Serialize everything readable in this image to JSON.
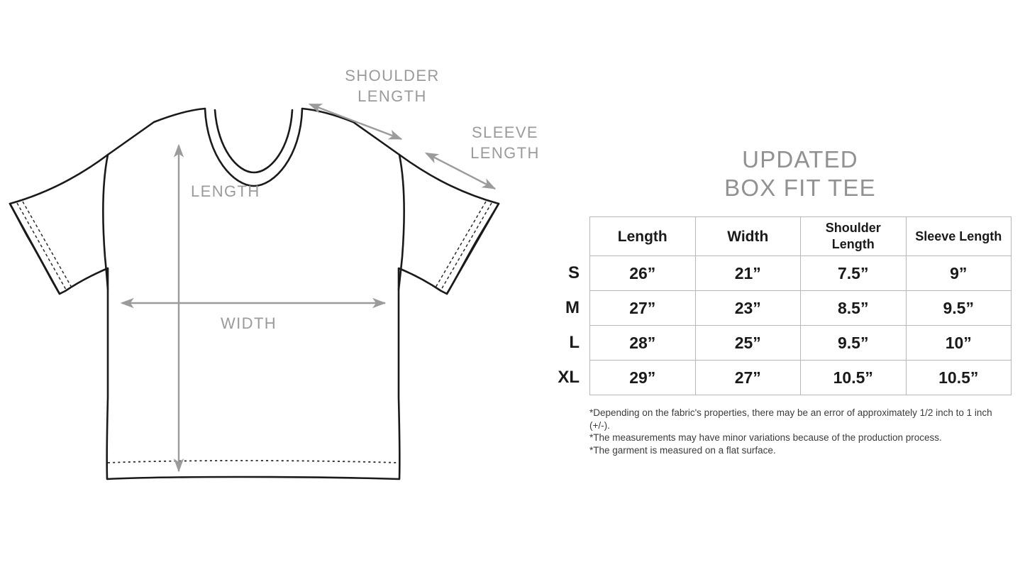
{
  "colors": {
    "label_gray": "#9b9b9b",
    "title_gray": "#919191",
    "outline_black": "#1a1a1a",
    "table_border": "#b8b8b8",
    "arrow_gray": "#9b9b9b",
    "background": "#ffffff",
    "footnote_text": "#3b3b3b"
  },
  "diagram": {
    "name": "t-shirt-technical-flat-drawing",
    "labels": {
      "shoulder_length_line1": "SHOULDER",
      "shoulder_length_line2": "LENGTH",
      "sleeve_length_line1": "SLEEVE",
      "sleeve_length_line2": "LENGTH",
      "length": "LENGTH",
      "width": "WIDTH"
    },
    "arrows": [
      {
        "name": "shoulder-length-arrow",
        "kind": "double-headed",
        "orientation": "diagonal"
      },
      {
        "name": "sleeve-length-arrow",
        "kind": "double-headed",
        "orientation": "diagonal"
      },
      {
        "name": "length-arrow",
        "kind": "double-headed",
        "orientation": "vertical"
      },
      {
        "name": "width-arrow",
        "kind": "double-headed",
        "orientation": "horizontal"
      }
    ]
  },
  "title": {
    "line1": "UPDATED",
    "line2": "BOX FIT TEE"
  },
  "table": {
    "corner_label": "",
    "columns": [
      "Length",
      "Width",
      "Shoulder Length",
      "Sleeve Length"
    ],
    "column_display": [
      {
        "text": "Length",
        "wrap": false
      },
      {
        "text": "Width",
        "wrap": false
      },
      {
        "text": "Shoulder",
        "text2": "Length",
        "wrap": true
      },
      {
        "text": "Sleeve Length",
        "wrap": false
      }
    ],
    "row_labels": [
      "S",
      "M",
      "L",
      "XL"
    ],
    "rows": [
      {
        "size": "S",
        "length": "26”",
        "width": "21”",
        "shoulder_length": "7.5”",
        "sleeve_length": "9”"
      },
      {
        "size": "M",
        "length": "27”",
        "width": "23”",
        "shoulder_length": "8.5”",
        "sleeve_length": "9.5”"
      },
      {
        "size": "L",
        "length": "28”",
        "width": "25”",
        "shoulder_length": "9.5”",
        "sleeve_length": "10”"
      },
      {
        "size": "XL",
        "length": "29”",
        "width": "27”",
        "shoulder_length": "10.5”",
        "sleeve_length": "10.5”"
      }
    ]
  },
  "footnotes": {
    "line1": "*Depending on the fabric's properties, there may be an error of approximately 1/2 inch to 1 inch (+/-).",
    "line2": "*The measurements may have minor variations because of the production process.",
    "line3": "*The garment is measured on a flat surface."
  }
}
